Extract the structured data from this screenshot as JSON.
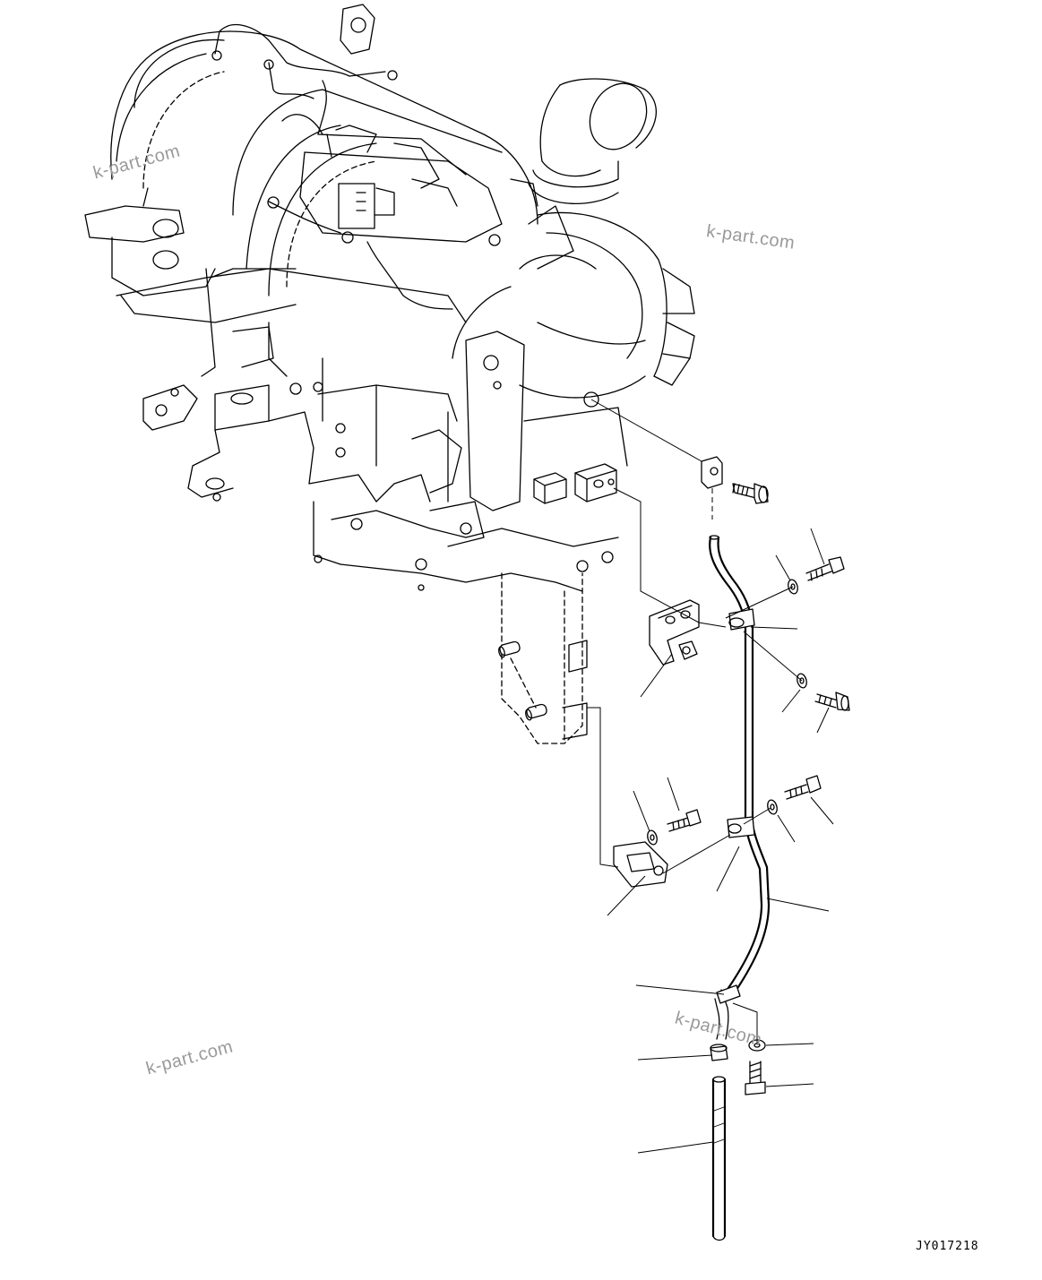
{
  "watermarks": [
    "k-part.com",
    "k-part.com",
    "k-part.com",
    "k-part.com"
  ],
  "drawing_code": "JY017218"
}
